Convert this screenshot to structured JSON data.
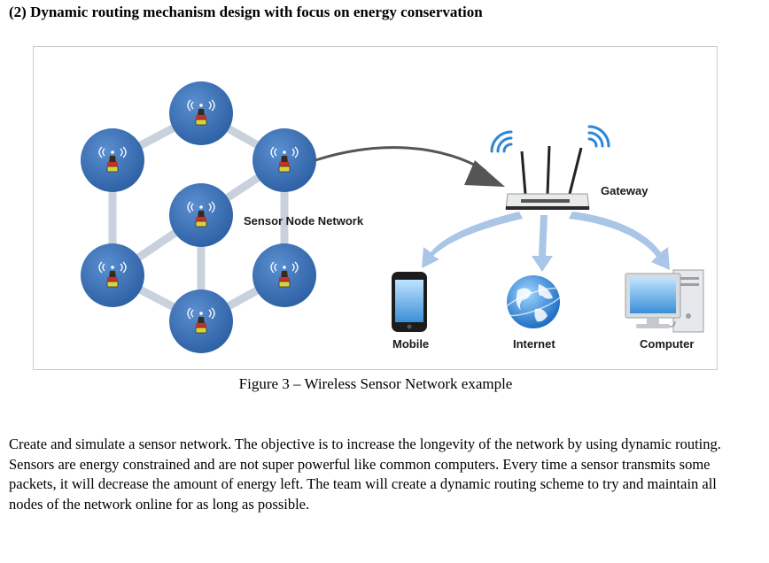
{
  "heading": "(2) Dynamic routing mechanism design with focus on energy conservation",
  "figure": {
    "labels": {
      "sensor_network": "Sensor Node Network",
      "gateway": "Gateway",
      "mobile": "Mobile",
      "internet": "Internet",
      "computer": "Computer"
    },
    "caption": "Figure 3 – Wireless Sensor Network example",
    "colors": {
      "node_fill": "#3b72b8",
      "ring": "#c9d2dc",
      "arrow_light": "#aac6e6",
      "arrow_dark": "#555555"
    }
  },
  "paragraph": "Create and simulate a sensor network. The objective is to increase the longevity of the network by using dynamic routing. Sensors are energy constrained and are not super powerful like common computers. Every time a sensor transmits some packets, it will decrease the amount of energy left. The team will create a dynamic routing scheme to try and maintain all nodes of the network online for as long as possible."
}
